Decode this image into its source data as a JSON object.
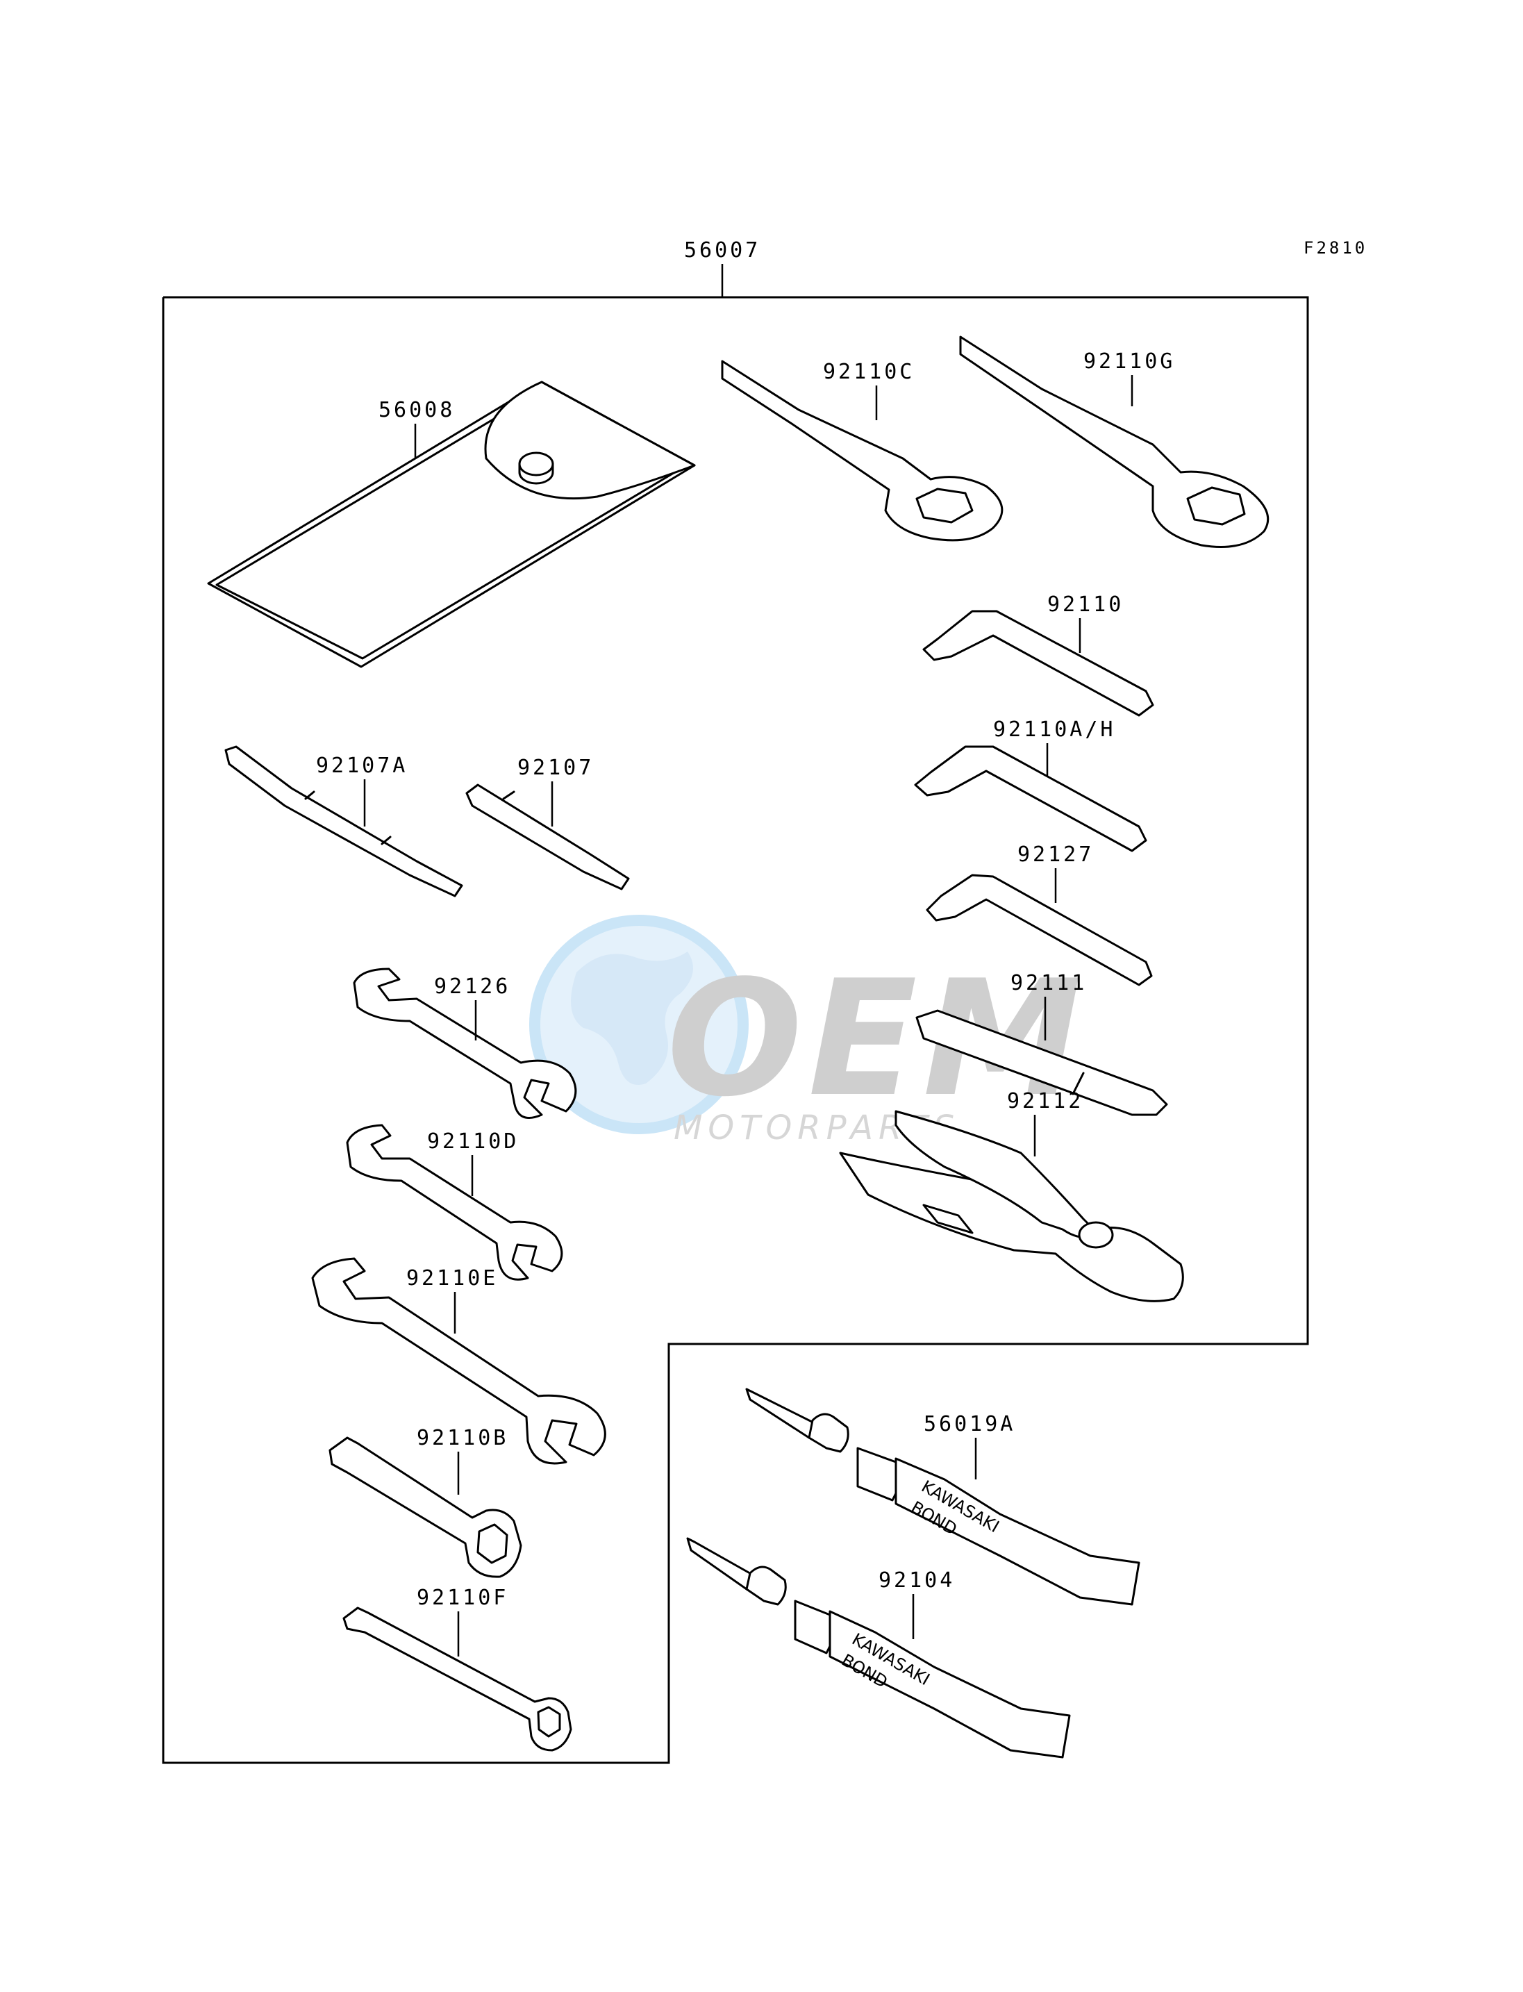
{
  "figure_code": "F2810",
  "assembly": {
    "part_no": "56007"
  },
  "parts": [
    {
      "id": "pouch",
      "part_no": "56008"
    },
    {
      "id": "ring-wrench-c",
      "part_no": "92110C"
    },
    {
      "id": "ring-wrench-g",
      "part_no": "92110G"
    },
    {
      "id": "hex-key-92110",
      "part_no": "92110"
    },
    {
      "id": "hex-key-92110ah",
      "part_no": "92110A/H"
    },
    {
      "id": "hex-key-92127",
      "part_no": "92127"
    },
    {
      "id": "screwdriver-bit-a",
      "part_no": "92107A"
    },
    {
      "id": "screwdriver-bit",
      "part_no": "92107"
    },
    {
      "id": "open-wrench-92126",
      "part_no": "92126"
    },
    {
      "id": "handle-92111",
      "part_no": "92111"
    },
    {
      "id": "pliers-92112",
      "part_no": "92112"
    },
    {
      "id": "open-wrench-92110d",
      "part_no": "92110D"
    },
    {
      "id": "open-wrench-92110e",
      "part_no": "92110E"
    },
    {
      "id": "box-wrench-92110b",
      "part_no": "92110B"
    },
    {
      "id": "box-wrench-92110f",
      "part_no": "92110F"
    },
    {
      "id": "bond-tube-56019a",
      "part_no": "56019A",
      "tube_text": [
        "KAWASAKI",
        "BOND"
      ]
    },
    {
      "id": "bond-tube-92104",
      "part_no": "92104",
      "tube_text": [
        "KAWASAKI",
        "BOND"
      ]
    }
  ],
  "watermark": {
    "brand": "OEM",
    "subtitle": "MOTORPARTS"
  }
}
